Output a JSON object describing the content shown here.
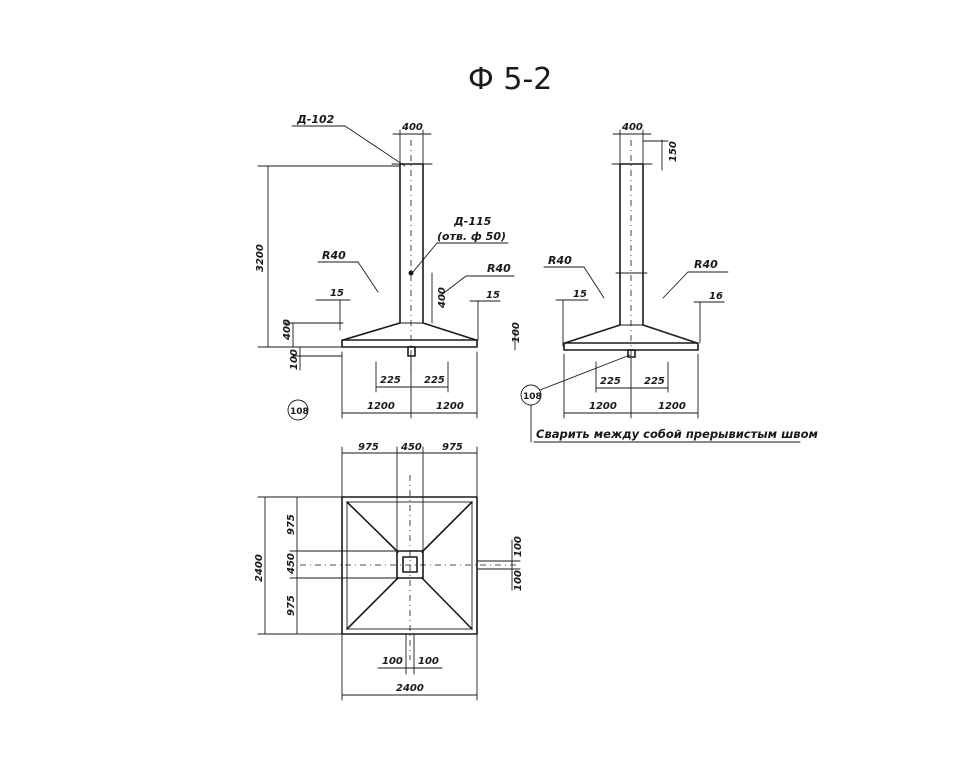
{
  "title": "Ф 5-2",
  "left_elevation": {
    "top_width": "400",
    "part_top": "Д-102",
    "part_side": "Д-115",
    "part_side_hole": "(отв. ф 50)",
    "total_height": "3200",
    "fillet_left": "R40",
    "fillet_right": "R40",
    "plate_thk_left": "15",
    "plate_thk_right": "15",
    "stiffener_h": "400",
    "height_400_low": "400",
    "bottom_100": "100",
    "right_100": "100",
    "half_225_left": "225",
    "half_225_right": "225",
    "half_1200_left": "1200",
    "half_1200_right": "1200",
    "callout": "108"
  },
  "right_elevation": {
    "top_width": "400",
    "top_height": "150",
    "fillet_left": "R40",
    "fillet_right": "R40",
    "plate_thk_left": "15",
    "plate_thk_right": "16",
    "half_225_left": "225",
    "half_225_right": "225",
    "half_1200_left": "1200",
    "half_1200_right": "1200",
    "callout": "108",
    "note": "Сварить между собой прерывистым швом"
  },
  "plan": {
    "top_975_left": "975",
    "top_450": "450",
    "top_975_right": "975",
    "total_height": "2400",
    "side_975_top": "975",
    "side_450": "450",
    "side_975_bottom": "975",
    "right_100_top": "100",
    "right_100_bottom": "100",
    "bottom_100_left": "100",
    "bottom_100_right": "100",
    "total_width": "2400"
  }
}
